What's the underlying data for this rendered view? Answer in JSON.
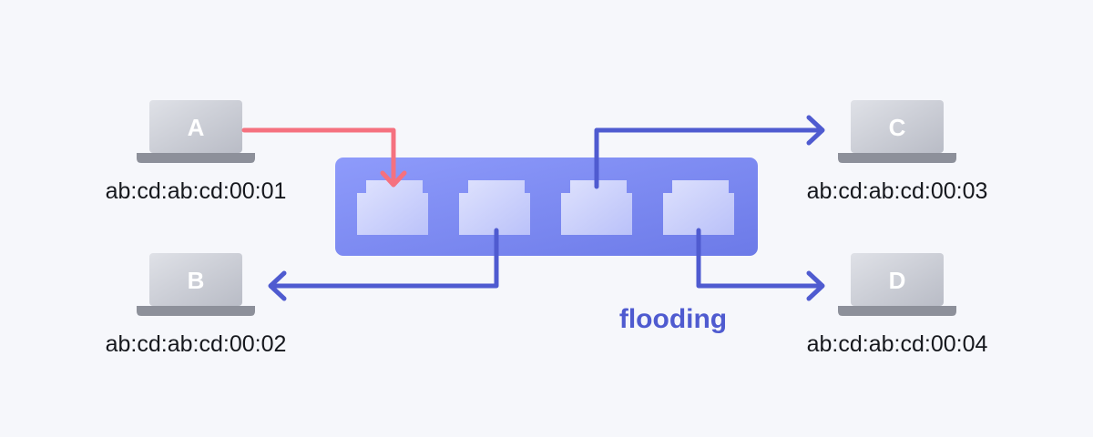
{
  "hosts": [
    {
      "letter": "A",
      "mac": "ab:cd:ab:cd:00:01"
    },
    {
      "letter": "B",
      "mac": "ab:cd:ab:cd:00:02"
    },
    {
      "letter": "C",
      "mac": "ab:cd:ab:cd:00:03"
    },
    {
      "letter": "D",
      "mac": "ab:cd:ab:cd:00:04"
    }
  ],
  "flood_label": "flooding",
  "colors": {
    "incoming": "#f5717f",
    "outgoing": "#4f5bd0",
    "switch_start": "#8e9bfb",
    "switch_end": "#6c7ae8",
    "laptop": "#c3c6cf",
    "text": "#16181d"
  }
}
